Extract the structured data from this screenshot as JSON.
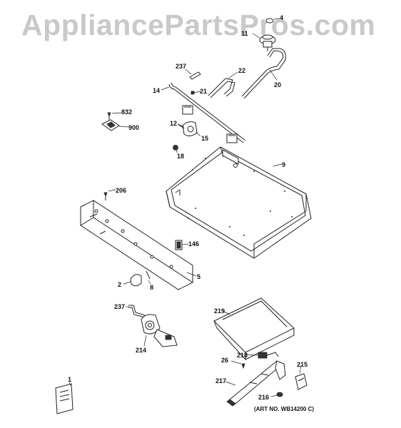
{
  "watermark": "AppliancePartsPros.com",
  "art_number": "(ART NO. WB14200 C)",
  "callouts": {
    "c4": "4",
    "c11": "11",
    "c237a": "237",
    "c22": "22",
    "c14": "14",
    "c21": "21",
    "c20": "20",
    "c832": "832",
    "c900": "900",
    "c12": "12",
    "c15": "15",
    "c18": "18",
    "c9": "9",
    "c206": "206",
    "c146": "146",
    "c5": "5",
    "c2": "2",
    "c8": "8",
    "c237b": "237",
    "c214": "214",
    "c219": "219",
    "c218": "218",
    "c26": "26",
    "c215": "215",
    "c217": "217",
    "c216": "216",
    "c1": "1"
  }
}
